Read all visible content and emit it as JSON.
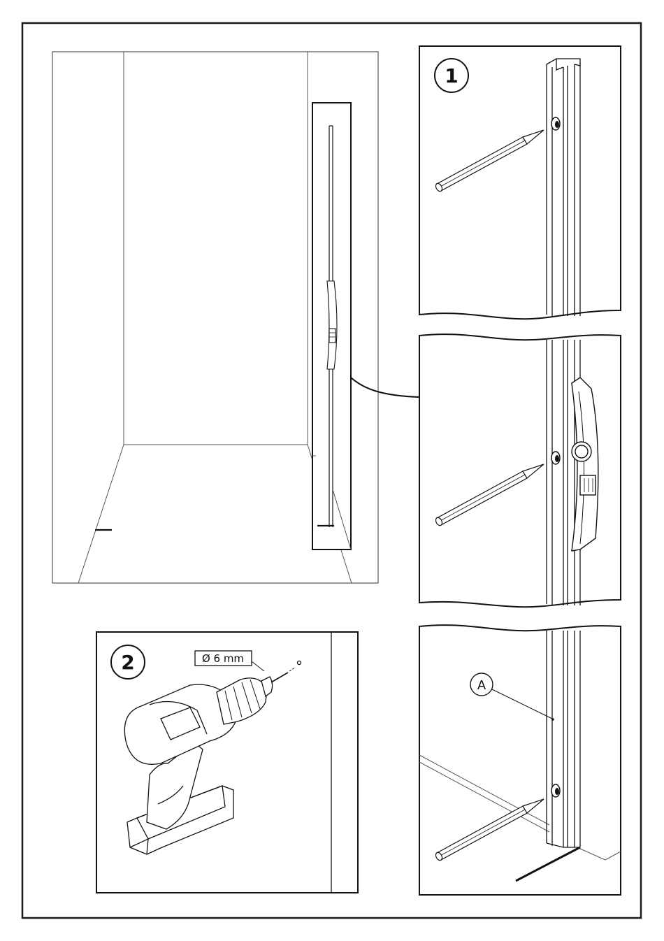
{
  "steps": {
    "step1": "1",
    "step2": "2"
  },
  "drill": {
    "bit_size": "Ø 6 mm"
  },
  "callout": {
    "label": "A"
  }
}
